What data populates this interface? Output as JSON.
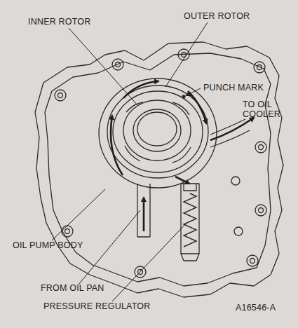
{
  "diagram": {
    "labels": [
      "INNER ROTOR",
      "OUTER ROTOR",
      "PUNCH MARK",
      "TO OIL COOLER",
      "OIL PUMP BODY",
      "FROM OIL PAN",
      "PRESSURE REGULATOR",
      "A16546-A"
    ]
  }
}
